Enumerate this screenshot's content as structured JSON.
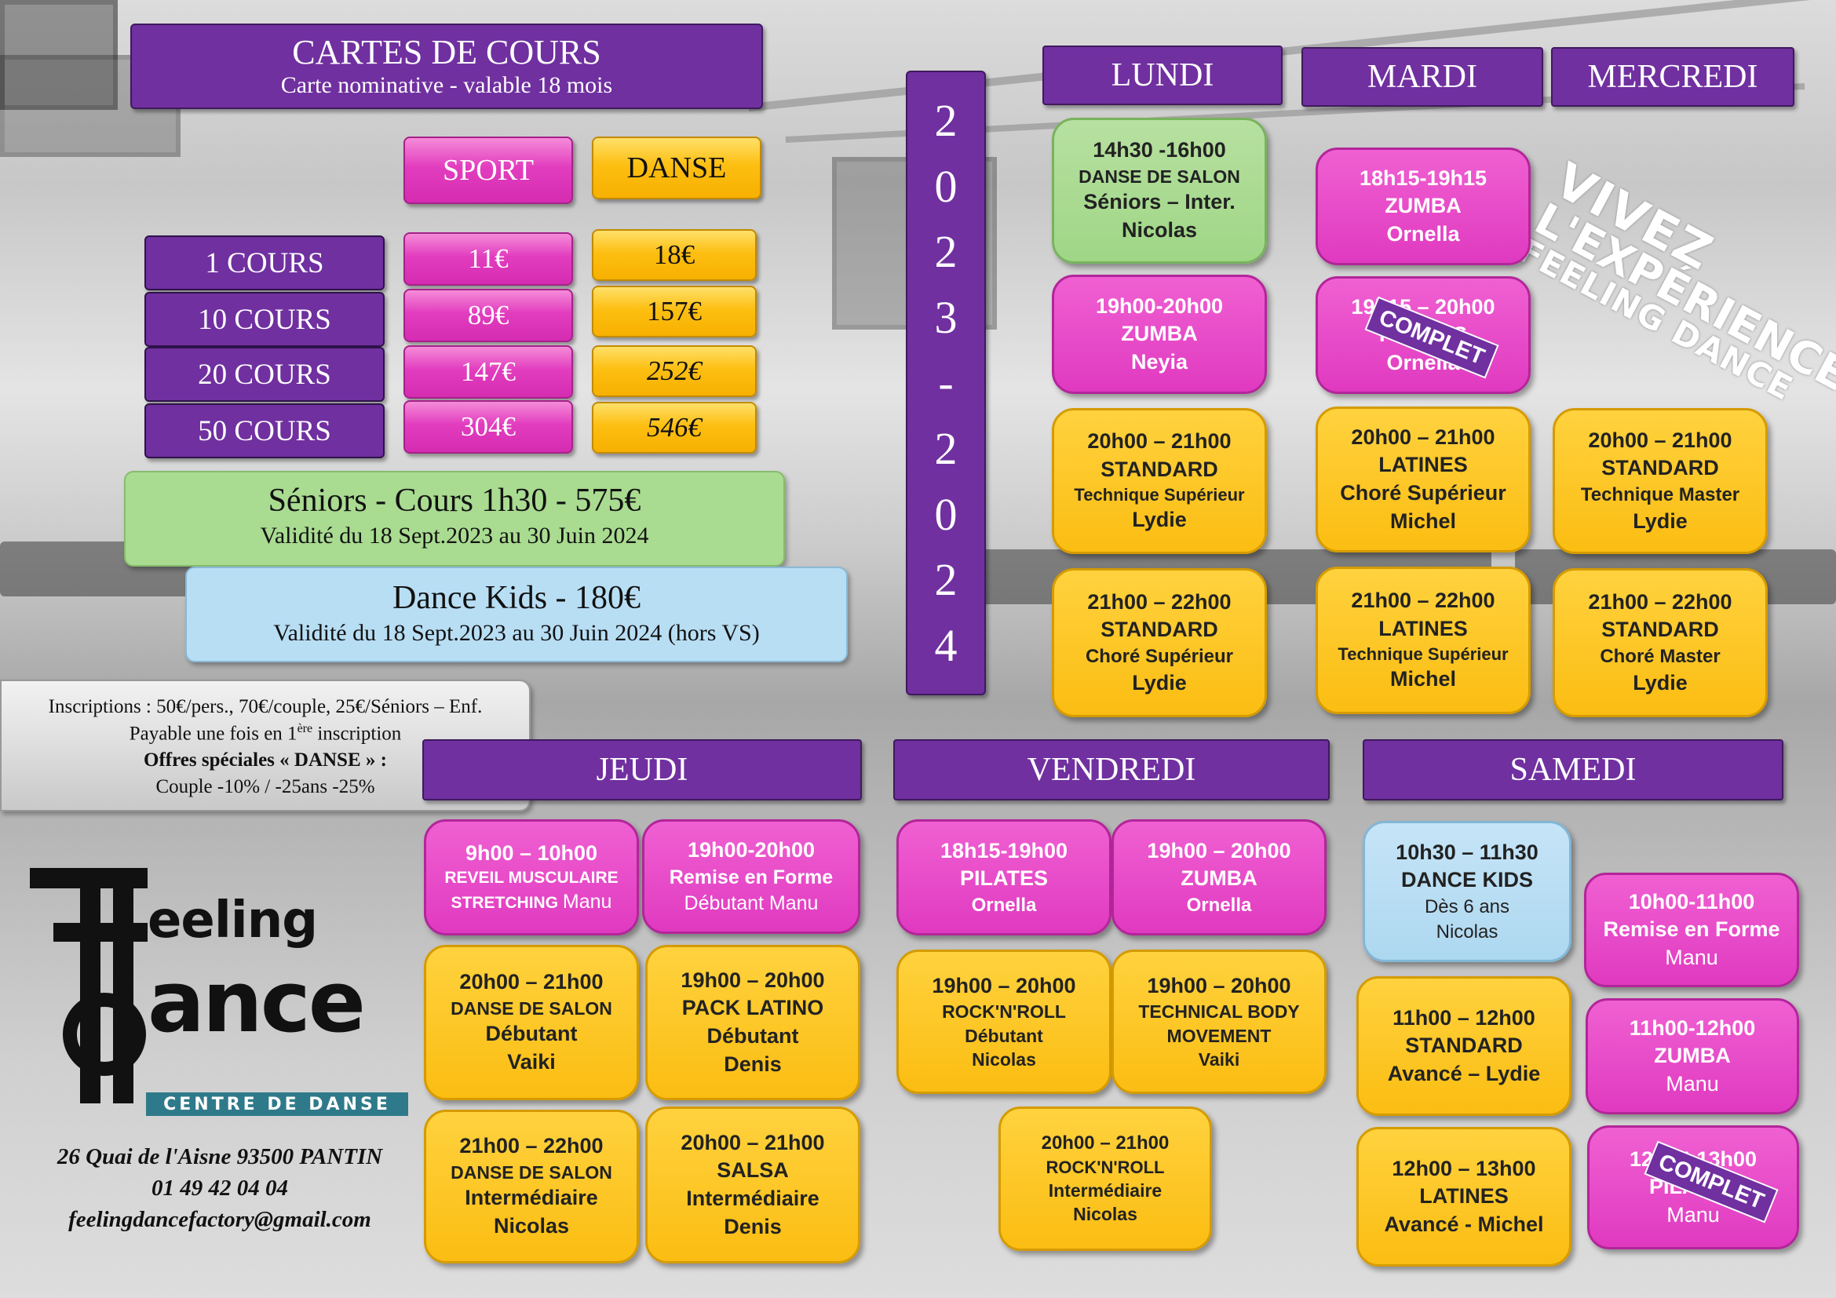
{
  "tarifs": {
    "title": "CARTES DE COURS",
    "subtitle": "Carte nominative - valable 18 mois",
    "col_sport": "SPORT",
    "col_danse": "DANSE",
    "rows": [
      {
        "label": "1 COURS",
        "sport": "11€",
        "danse": "18€"
      },
      {
        "label": "10 COURS",
        "sport": "89€",
        "danse": "157€"
      },
      {
        "label": "20 COURS",
        "sport": "147€",
        "danse": "252€"
      },
      {
        "label": "50 COURS",
        "sport": "304€",
        "danse": "546€"
      }
    ],
    "seniors_title": "Séniors - Cours 1h30 - 575€",
    "seniors_validity": "Validité du 18 Sept.2023 au 30 Juin 2024",
    "kids_title": "Dance Kids - 180€",
    "kids_validity": "Validité du 18 Sept.2023 au 30 Juin 2024 (hors VS)"
  },
  "info": {
    "line1": "Inscriptions : 50€/pers., 70€/couple, 25€/Séniors – Enf.",
    "line2_a": "Payable une fois en 1",
    "line2_sup": "ère",
    "line2_b": " inscription",
    "line3": "Offres spéciales « DANSE » :",
    "line4": "Couple -10% / -25ans -25%"
  },
  "season": [
    "2",
    "0",
    "2",
    "3",
    "-",
    "2",
    "0",
    "2",
    "4"
  ],
  "slogan": {
    "line1": "VIVEZ",
    "line2": "L'EXPÉRIENCE",
    "line3": "FEELING DANCE"
  },
  "logo": {
    "top": "eeling",
    "bottom": "ance",
    "tagline": "CENTRE DE DANSE"
  },
  "contact": {
    "address": "26 Quai de l'Aisne 93500 PANTIN",
    "phone": "01 49 42 04 04",
    "email": "feelingdancefactory@gmail.com"
  },
  "days": {
    "lundi": {
      "label": "LUNDI",
      "classes": [
        {
          "color": "green",
          "lines": [
            "14h30 -16h00",
            "DANSE DE SALON",
            "Séniors – Inter.",
            "Nicolas"
          ]
        },
        {
          "color": "pink",
          "lines": [
            "19h00-20h00",
            "ZUMBA",
            "Neyia"
          ]
        },
        {
          "color": "yellow",
          "lines": [
            "20h00 – 21h00",
            "STANDARD",
            "Technique Supérieur",
            "Lydie"
          ]
        },
        {
          "color": "yellow",
          "lines": [
            "21h00 – 22h00",
            "STANDARD",
            "Choré Supérieur",
            "Lydie"
          ]
        }
      ]
    },
    "mardi": {
      "label": "MARDI",
      "classes": [
        {
          "color": "pink",
          "lines": [
            "18h15-19h15",
            "ZUMBA",
            "Ornella"
          ]
        },
        {
          "color": "pink",
          "lines": [
            "19h15 – 20h00",
            "PILATES",
            "Ornella"
          ],
          "badge": "COMPLET"
        },
        {
          "color": "yellow",
          "lines": [
            "20h00 – 21h00",
            "LATINES",
            "Choré Supérieur",
            "Michel"
          ]
        },
        {
          "color": "yellow",
          "lines": [
            "21h00 – 22h00",
            "LATINES",
            "Technique Supérieur",
            "Michel"
          ]
        }
      ]
    },
    "mercredi": {
      "label": "MERCREDI",
      "classes": [
        {
          "color": "yellow",
          "lines": [
            "20h00 – 21h00",
            "STANDARD",
            "Technique Master",
            "Lydie"
          ]
        },
        {
          "color": "yellow",
          "lines": [
            "21h00 – 22h00",
            "STANDARD",
            "Choré Master",
            "Lydie"
          ]
        }
      ]
    },
    "jeudi": {
      "label": "JEUDI",
      "classes": [
        {
          "color": "pink",
          "lines": [
            "9h00 – 10h00",
            "REVEIL MUSCULAIRE",
            "STRETCHING",
            "Manu"
          ]
        },
        {
          "color": "pink",
          "lines": [
            "19h00-20h00",
            "Remise en Forme",
            "Débutant Manu"
          ]
        },
        {
          "color": "yellow",
          "lines": [
            "20h00 – 21h00",
            "DANSE DE SALON",
            "Débutant",
            "Vaiki"
          ]
        },
        {
          "color": "yellow",
          "lines": [
            "19h00 – 20h00",
            "PACK LATINO",
            "Débutant",
            "Denis"
          ]
        },
        {
          "color": "yellow",
          "lines": [
            "21h00 – 22h00",
            "DANSE DE SALON",
            "Intermédiaire",
            "Nicolas"
          ]
        },
        {
          "color": "yellow",
          "lines": [
            "20h00 – 21h00",
            "SALSA",
            "Intermédiaire",
            "Denis"
          ]
        }
      ]
    },
    "vendredi": {
      "label": "VENDREDI",
      "classes": [
        {
          "color": "pink",
          "lines": [
            "18h15-19h00",
            "PILATES",
            "Ornella"
          ]
        },
        {
          "color": "pink",
          "lines": [
            "19h00 – 20h00",
            "ZUMBA",
            "Ornella"
          ]
        },
        {
          "color": "yellow",
          "lines": [
            "19h00 – 20h00",
            "ROCK'N'ROLL",
            "Débutant",
            "Nicolas"
          ]
        },
        {
          "color": "yellow",
          "lines": [
            "19h00 – 20h00",
            "TECHNICAL BODY",
            "MOVEMENT",
            "Vaiki"
          ]
        },
        {
          "color": "yellow",
          "lines": [
            "20h00 – 21h00",
            "ROCK'N'ROLL",
            "Intermédiaire",
            "Nicolas"
          ]
        }
      ]
    },
    "samedi": {
      "label": "SAMEDI",
      "classes": [
        {
          "color": "blue",
          "lines": [
            "10h30 – 11h30",
            "DANCE KIDS",
            "Dès 6 ans",
            "Nicolas"
          ]
        },
        {
          "color": "pink",
          "lines": [
            "10h00-11h00",
            "Remise en Forme",
            "Manu"
          ]
        },
        {
          "color": "yellow",
          "lines": [
            "11h00 – 12h00",
            "STANDARD",
            "Avancé – Lydie"
          ]
        },
        {
          "color": "pink",
          "lines": [
            "11h00-12h00",
            "ZUMBA",
            "Manu"
          ]
        },
        {
          "color": "yellow",
          "lines": [
            "12h00 – 13h00",
            "LATINES",
            "Avancé - Michel"
          ]
        },
        {
          "color": "pink",
          "lines": [
            "12h15-13h00",
            "PILATES",
            "Manu"
          ],
          "badge": "COMPLET"
        }
      ]
    }
  },
  "colors": {
    "purple": "#7030a0",
    "pink": "#e03ac0",
    "yellow": "#fbbd12",
    "green": "#a9db91",
    "blue": "#b8def4"
  }
}
